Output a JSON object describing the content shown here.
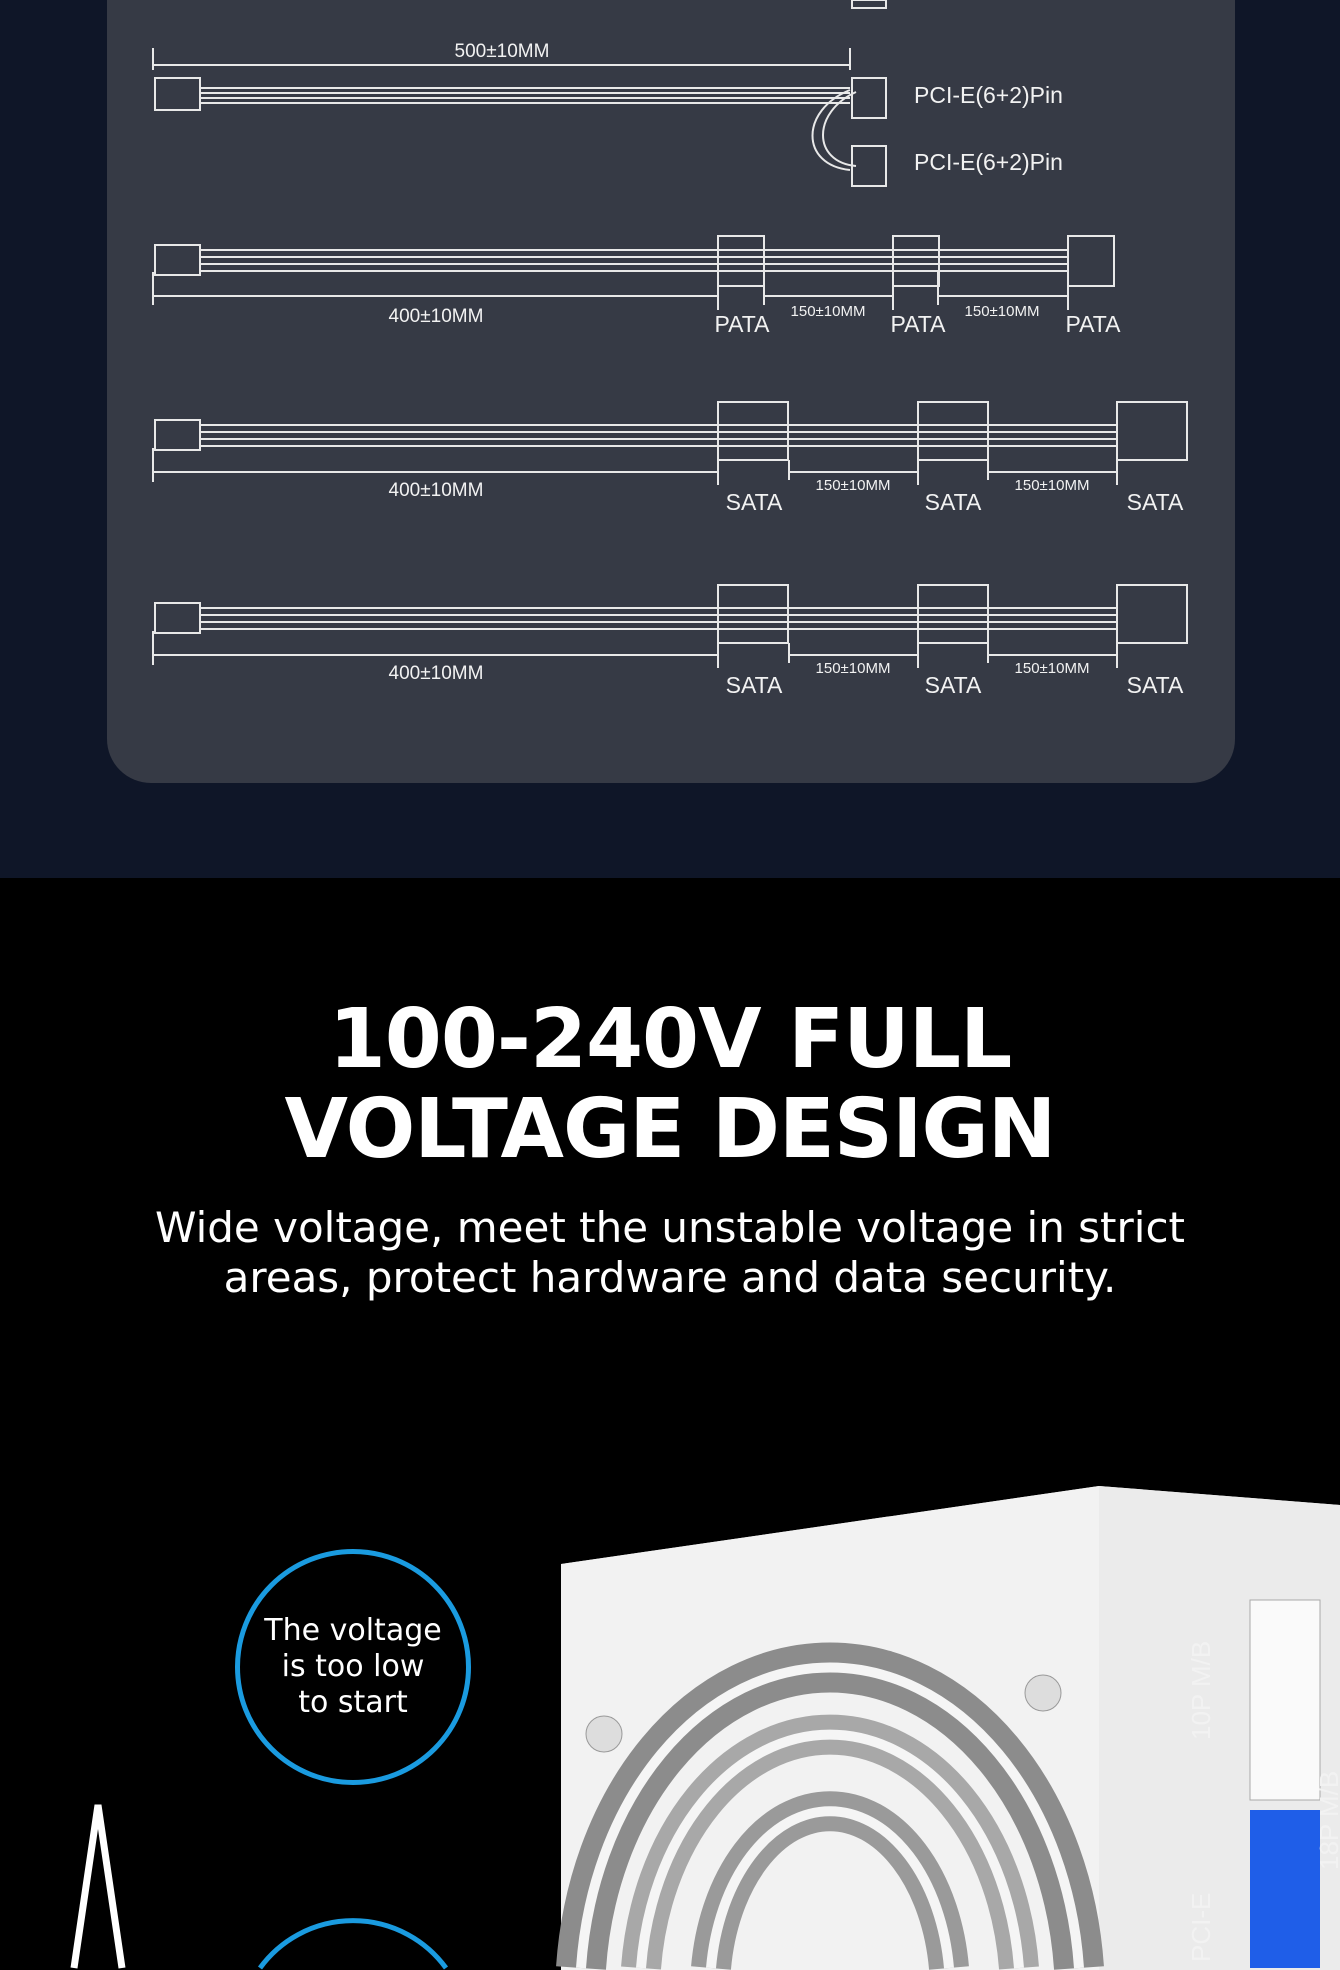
{
  "diagram": {
    "pcie_length": "500±10MM",
    "pcie_labels": [
      "PCI-E(6+2)Pin",
      "PCI-E(6+2)Pin"
    ],
    "pata_main_length": "400±10MM",
    "pata_segment_length": "150±10MM",
    "pata_label": "PATA",
    "sata_main_length": "400±10MM",
    "sata_segment_length": "150±10MM",
    "sata_label": "SATA"
  },
  "section": {
    "title_line1": "100-240V FULL",
    "title_line2": "VOLTAGE DESIGN",
    "subtitle_line1": "Wide voltage, meet the unstable voltage in strict",
    "subtitle_line2": "areas, protect hardware and data security."
  },
  "callouts": {
    "low_voltage": [
      "The voltage",
      "is too low",
      "to start"
    ]
  },
  "product": {
    "side_labels": [
      "10P M/B",
      "PCI-E",
      "18P M/B"
    ]
  },
  "colors": {
    "accent": "#1a9be0",
    "connector_blue": "#1f5ee8"
  }
}
